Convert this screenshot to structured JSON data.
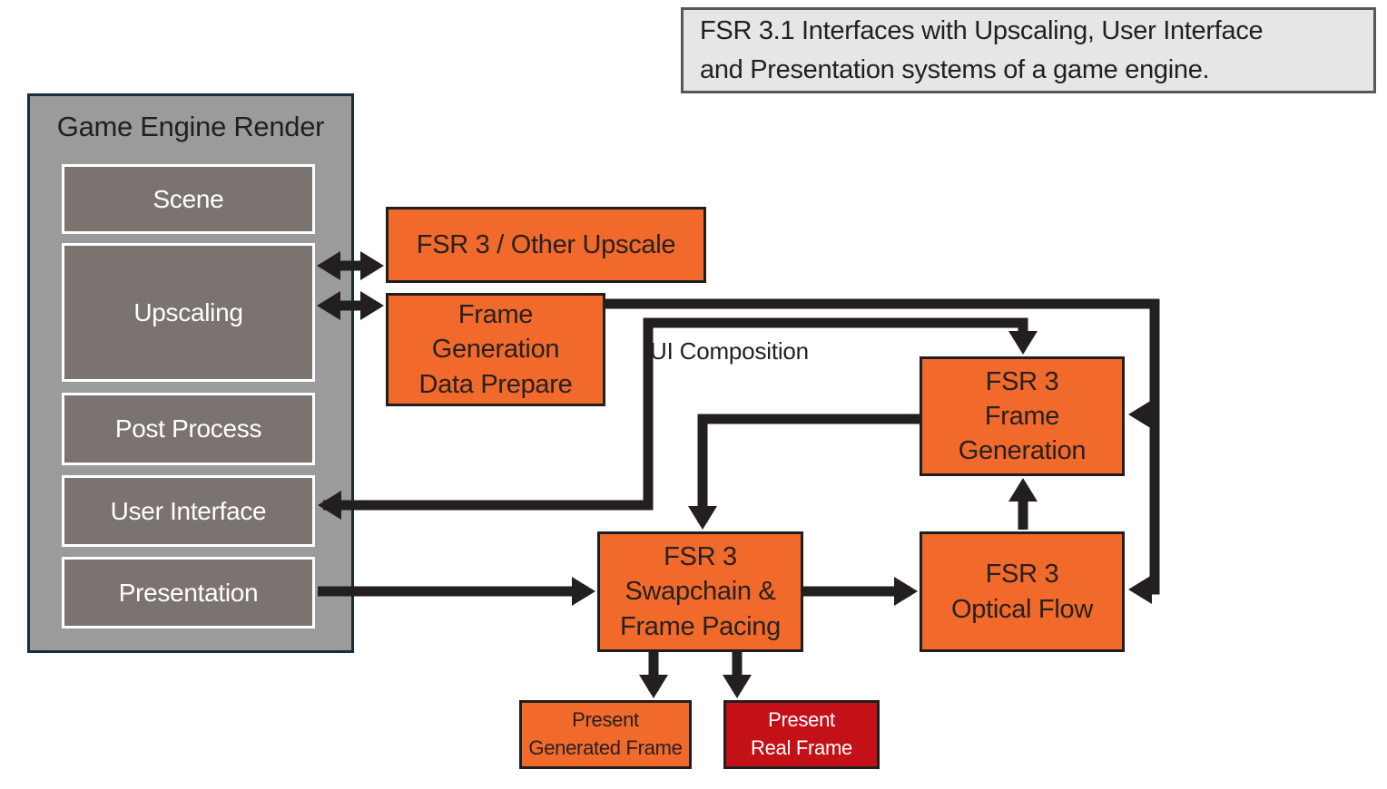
{
  "caption": {
    "text": "FSR 3.1 Interfaces with Upscaling, User Interface\nand Presentation systems of a game engine."
  },
  "engine_panel": {
    "title": "Game Engine Render",
    "stages": [
      {
        "label": "Scene"
      },
      {
        "label": "Upscaling"
      },
      {
        "label": "Post Process"
      },
      {
        "label": "User Interface"
      },
      {
        "label": "Presentation"
      }
    ]
  },
  "boxes": {
    "other_upscale": {
      "label": "FSR 3 / Other Upscale"
    },
    "data_prepare": {
      "label": "Frame\nGeneration\nData Prepare"
    },
    "frame_generation": {
      "label": "FSR 3\nFrame\nGeneration"
    },
    "swapchain": {
      "label": "FSR 3\nSwapchain &\nFrame Pacing"
    },
    "optical_flow": {
      "label": "FSR 3\nOptical Flow"
    },
    "present_generated": {
      "label": "Present\nGenerated Frame"
    },
    "present_real": {
      "label": "Present\nReal Frame"
    }
  },
  "labels": {
    "ui_composition": "UI Composition"
  },
  "colors": {
    "orange": "#f2692c",
    "red": "#c41118",
    "panel_fill": "#9b9b9b",
    "panel_border": "#14303c",
    "stage_fill": "#7a7370",
    "stage_border": "#ffffff",
    "box_border": "#1f1f1f",
    "connector": "#231f20",
    "caption_fill": "#e7e6e6",
    "caption_border": "#56585b",
    "text_dark": "#231f20",
    "text_light": "#ffffff"
  }
}
